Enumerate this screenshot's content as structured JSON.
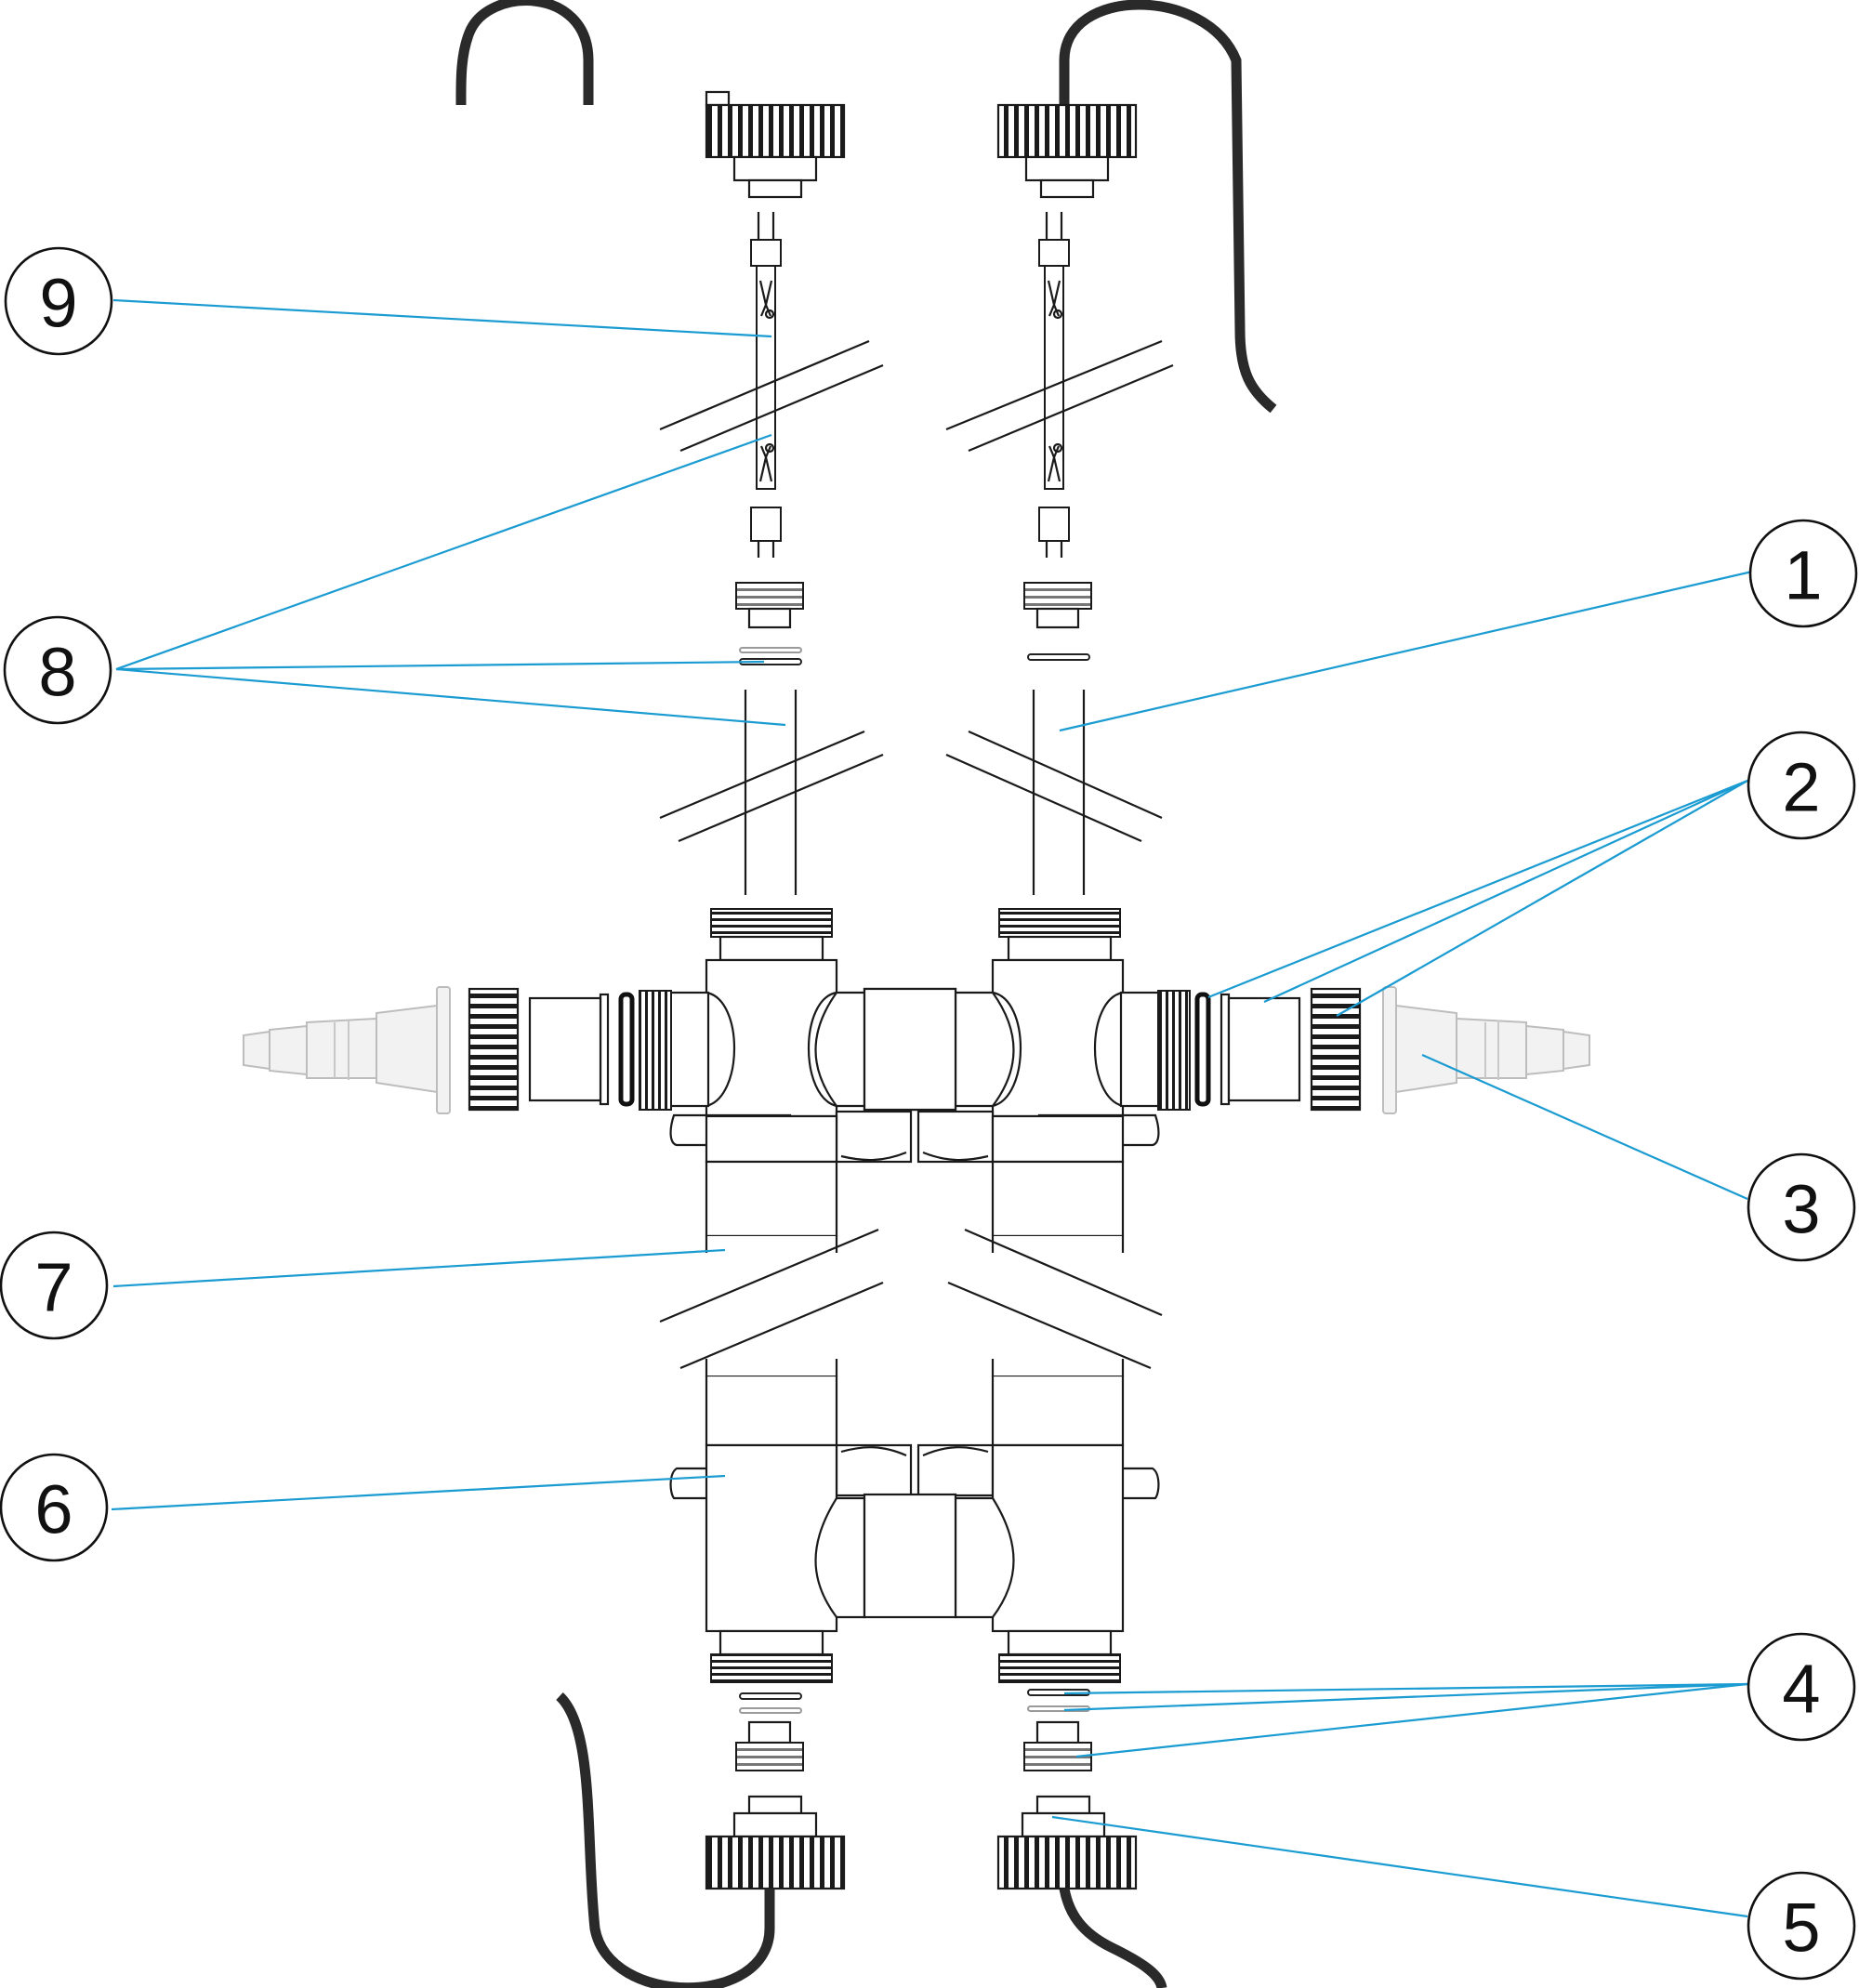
{
  "diagram": {
    "callouts": [
      {
        "label": "1"
      },
      {
        "label": "2"
      },
      {
        "label": "3"
      },
      {
        "label": "4"
      },
      {
        "label": "5"
      },
      {
        "label": "6"
      },
      {
        "label": "7"
      },
      {
        "label": "8"
      },
      {
        "label": "9"
      }
    ]
  }
}
